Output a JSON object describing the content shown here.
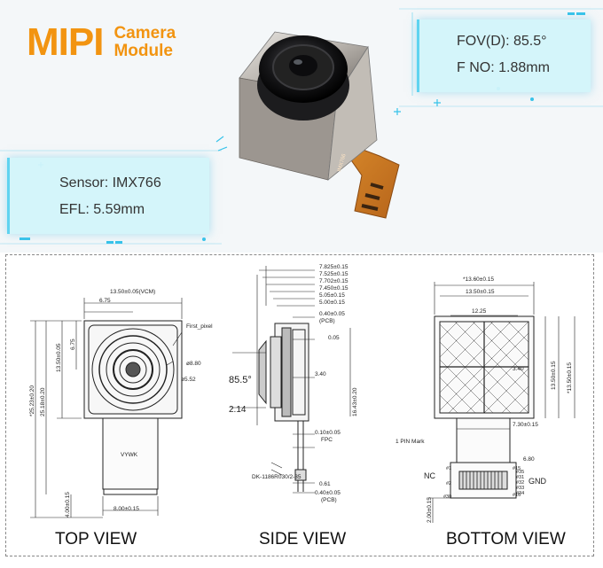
{
  "header": {
    "logo_main": "MIPI",
    "logo_line1": "Camera",
    "logo_line2": "Module"
  },
  "specs": {
    "fov": "FOV(D): 85.5°",
    "f_no": "F NO: 1.88mm",
    "sensor": "Sensor: IMX766",
    "efl": "EFL: 5.59mm"
  },
  "top_view": {
    "dim_width": "13.50±0.05(VCM)",
    "dim_6_75": "6.75",
    "dim_right_vcm": "13.50±0.05",
    "dim_6_75_v": "6.75",
    "dim_total": "*25.23±0.20",
    "dim_21": "25.18±0.20",
    "first_pixel": "First_pixel",
    "lens_d1": "ø8.80",
    "lens_d2": "ø5.52",
    "fpc_label": "VYWK",
    "dim_fpc_w": "8.00±0.15",
    "dim_4": "4.00±0.15",
    "label": "TOP VIEW"
  },
  "side_view": {
    "dims": [
      "7.825±0.15",
      "7.525±0.15",
      "7.702±0.15",
      "7.450±0.15",
      "5.05±0.15",
      "5.00±0.15",
      "0.40±0.05",
      "0.05",
      "3.40",
      "0.10±0.05",
      "0.61",
      "0.40±0.05"
    ],
    "angle": "85.5°",
    "dim_2_14": "2.14",
    "dim_16": "16.43±0.20",
    "pcb": "(PCB)",
    "fpc": "FPC",
    "connector": "DK-1186R030/2-35",
    "label": "SIDE VIEW"
  },
  "bottom_view": {
    "dim_top": "*13.60±0.15",
    "dim_13_50": "13.50±0.15",
    "dim_12_25": "12.25",
    "dim_3_40": "3.40",
    "dim_right1": "13.50±0.15",
    "dim_right2": "*13.50±0.15",
    "dim_7_30": "7.30±0.15",
    "dim_6_80": "6.80",
    "pin_mark": "1 PIN Mark",
    "nc": "NC",
    "gnd": "GND",
    "pins": [
      "#1",
      "#2",
      "#15",
      "#16",
      "#30",
      "#31",
      "#32",
      "#33",
      "#34",
      "#35"
    ],
    "dim_2": "2.00±0.15",
    "label": "BOTTOM VIEW"
  }
}
